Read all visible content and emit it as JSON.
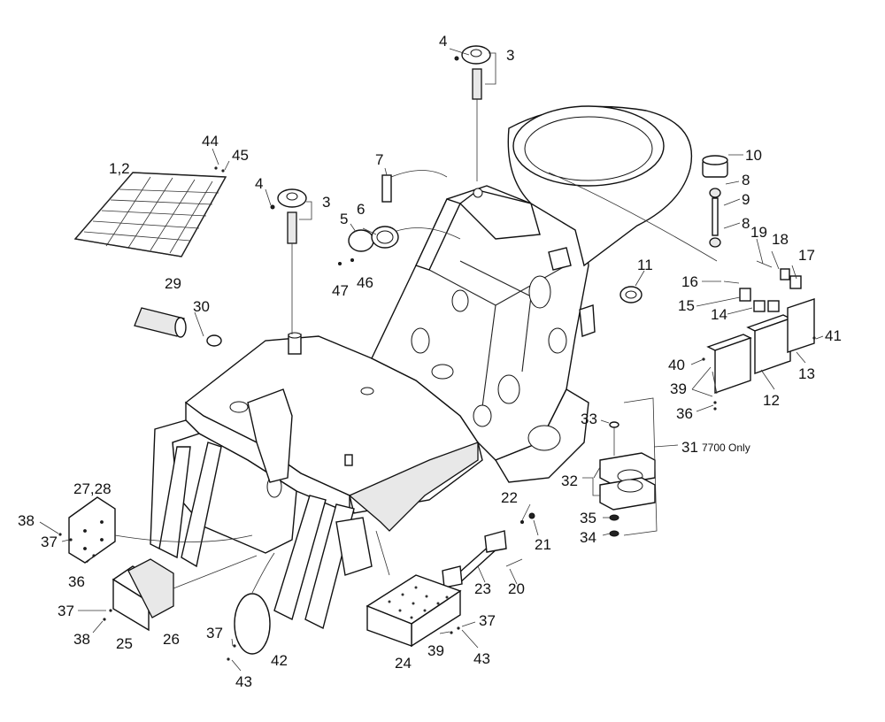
{
  "callouts": [
    {
      "id": "c4a",
      "label": "4"
    },
    {
      "id": "c3a",
      "label": "3"
    },
    {
      "id": "c44",
      "label": "44"
    },
    {
      "id": "c45",
      "label": "45"
    },
    {
      "id": "c12",
      "label": "1,2"
    },
    {
      "id": "c4b",
      "label": "4"
    },
    {
      "id": "c3b",
      "label": "3"
    },
    {
      "id": "c7",
      "label": "7"
    },
    {
      "id": "c6",
      "label": "6"
    },
    {
      "id": "c5",
      "label": "5"
    },
    {
      "id": "c47",
      "label": "47"
    },
    {
      "id": "c46",
      "label": "46"
    },
    {
      "id": "c10",
      "label": "10"
    },
    {
      "id": "c8a",
      "label": "8"
    },
    {
      "id": "c9",
      "label": "9"
    },
    {
      "id": "c8b",
      "label": "8"
    },
    {
      "id": "c19",
      "label": "19"
    },
    {
      "id": "c18",
      "label": "18"
    },
    {
      "id": "c17",
      "label": "17"
    },
    {
      "id": "c11",
      "label": "11"
    },
    {
      "id": "c16",
      "label": "16"
    },
    {
      "id": "c15",
      "label": "15"
    },
    {
      "id": "c14",
      "label": "14"
    },
    {
      "id": "c41",
      "label": "41"
    },
    {
      "id": "c13",
      "label": "13"
    },
    {
      "id": "c29",
      "label": "29"
    },
    {
      "id": "c30",
      "label": "30"
    },
    {
      "id": "c40",
      "label": "40"
    },
    {
      "id": "c39a",
      "label": "39"
    },
    {
      "id": "c12b",
      "label": "12"
    },
    {
      "id": "c36a",
      "label": "36"
    },
    {
      "id": "c33",
      "label": "33"
    },
    {
      "id": "c31",
      "label": "31"
    },
    {
      "id": "c32",
      "label": "32"
    },
    {
      "id": "c35",
      "label": "35"
    },
    {
      "id": "c34",
      "label": "34"
    },
    {
      "id": "c22",
      "label": "22"
    },
    {
      "id": "c21",
      "label": "21"
    },
    {
      "id": "c2728",
      "label": "27,28"
    },
    {
      "id": "c38a",
      "label": "38"
    },
    {
      "id": "c37a",
      "label": "37"
    },
    {
      "id": "c36b",
      "label": "36"
    },
    {
      "id": "c23",
      "label": "23"
    },
    {
      "id": "c20",
      "label": "20"
    },
    {
      "id": "c37b",
      "label": "37"
    },
    {
      "id": "c38b",
      "label": "38"
    },
    {
      "id": "c25",
      "label": "25"
    },
    {
      "id": "c26",
      "label": "26"
    },
    {
      "id": "c37c",
      "label": "37"
    },
    {
      "id": "c42",
      "label": "42"
    },
    {
      "id": "c43a",
      "label": "43"
    },
    {
      "id": "c24",
      "label": "24"
    },
    {
      "id": "c37d",
      "label": "37"
    },
    {
      "id": "c39b",
      "label": "39"
    },
    {
      "id": "c43b",
      "label": "43"
    }
  ],
  "notes": {
    "model_only": "7700 Only"
  }
}
